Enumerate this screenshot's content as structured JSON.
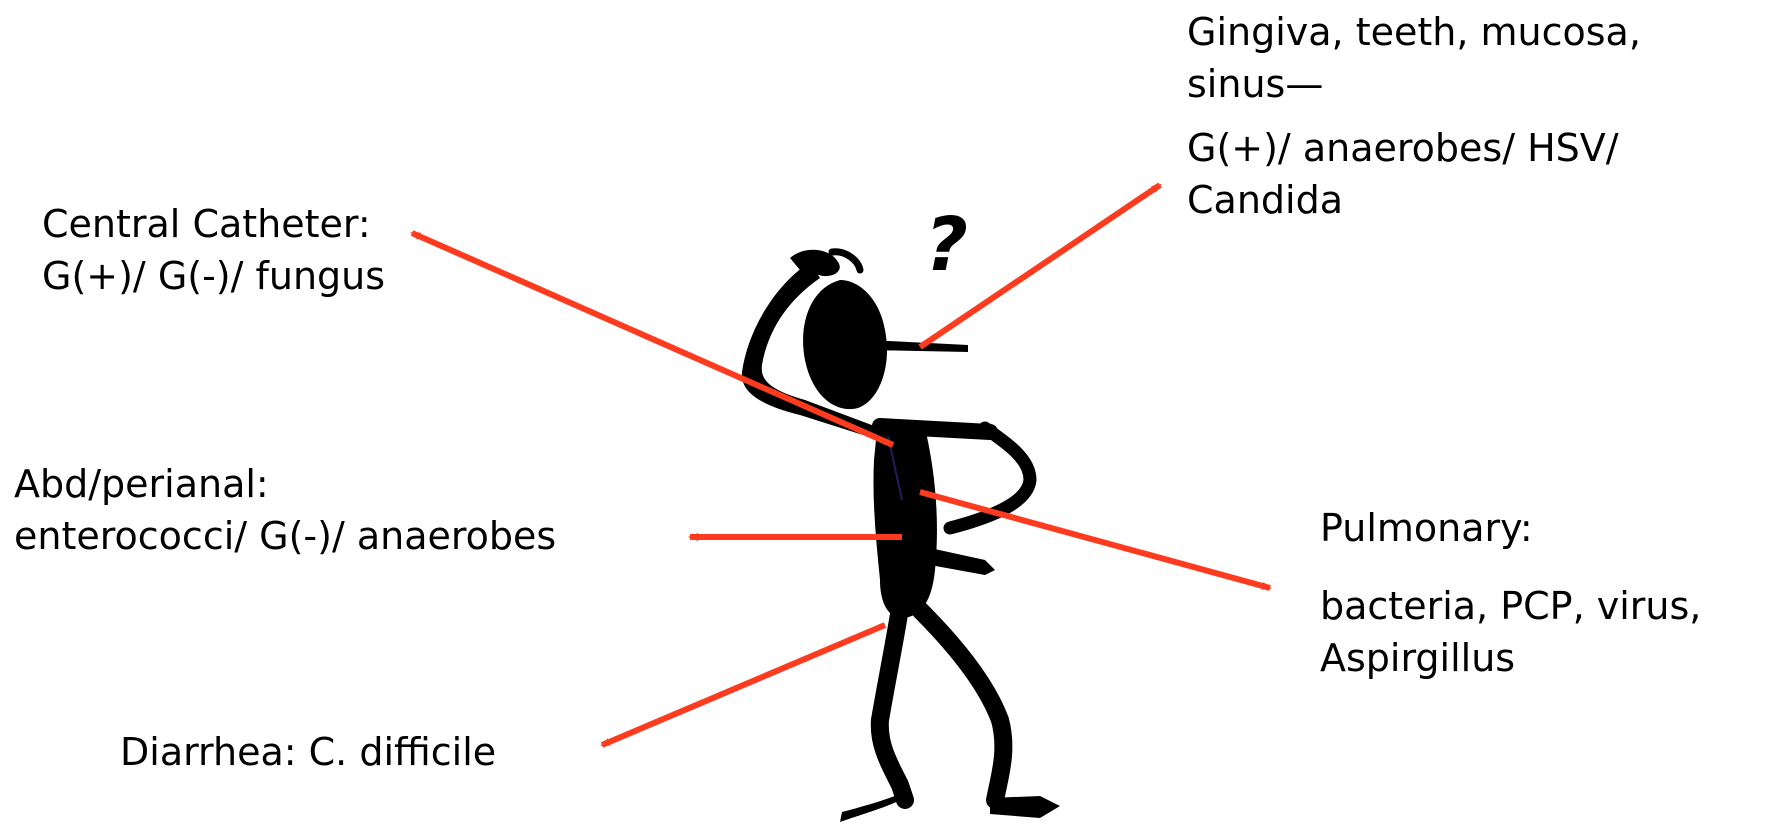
{
  "labels": {
    "mouth": {
      "line1": "Gingiva, teeth, mucosa,",
      "line2": "sinus—",
      "line3": "G(+)/ anaerobes/ HSV/",
      "line4": "Candida"
    },
    "catheter": {
      "line1": "Central Catheter:",
      "line2": "G(+)/ G(-)/ fungus"
    },
    "abdomen": {
      "line1": "Abd/perianal:",
      "line2": "enterococci/ G(-)/ anaerobes"
    },
    "pulmonary": {
      "line1": "Pulmonary:",
      "line2": "bacteria, PCP, virus,",
      "line3": "Aspirgillus"
    },
    "diarrhea": {
      "line1": "Diarrhea: C. difficile"
    }
  },
  "figure": {
    "question_mark": "?",
    "arrow_color": "#ff3b1f",
    "figure_color": "#000000"
  }
}
